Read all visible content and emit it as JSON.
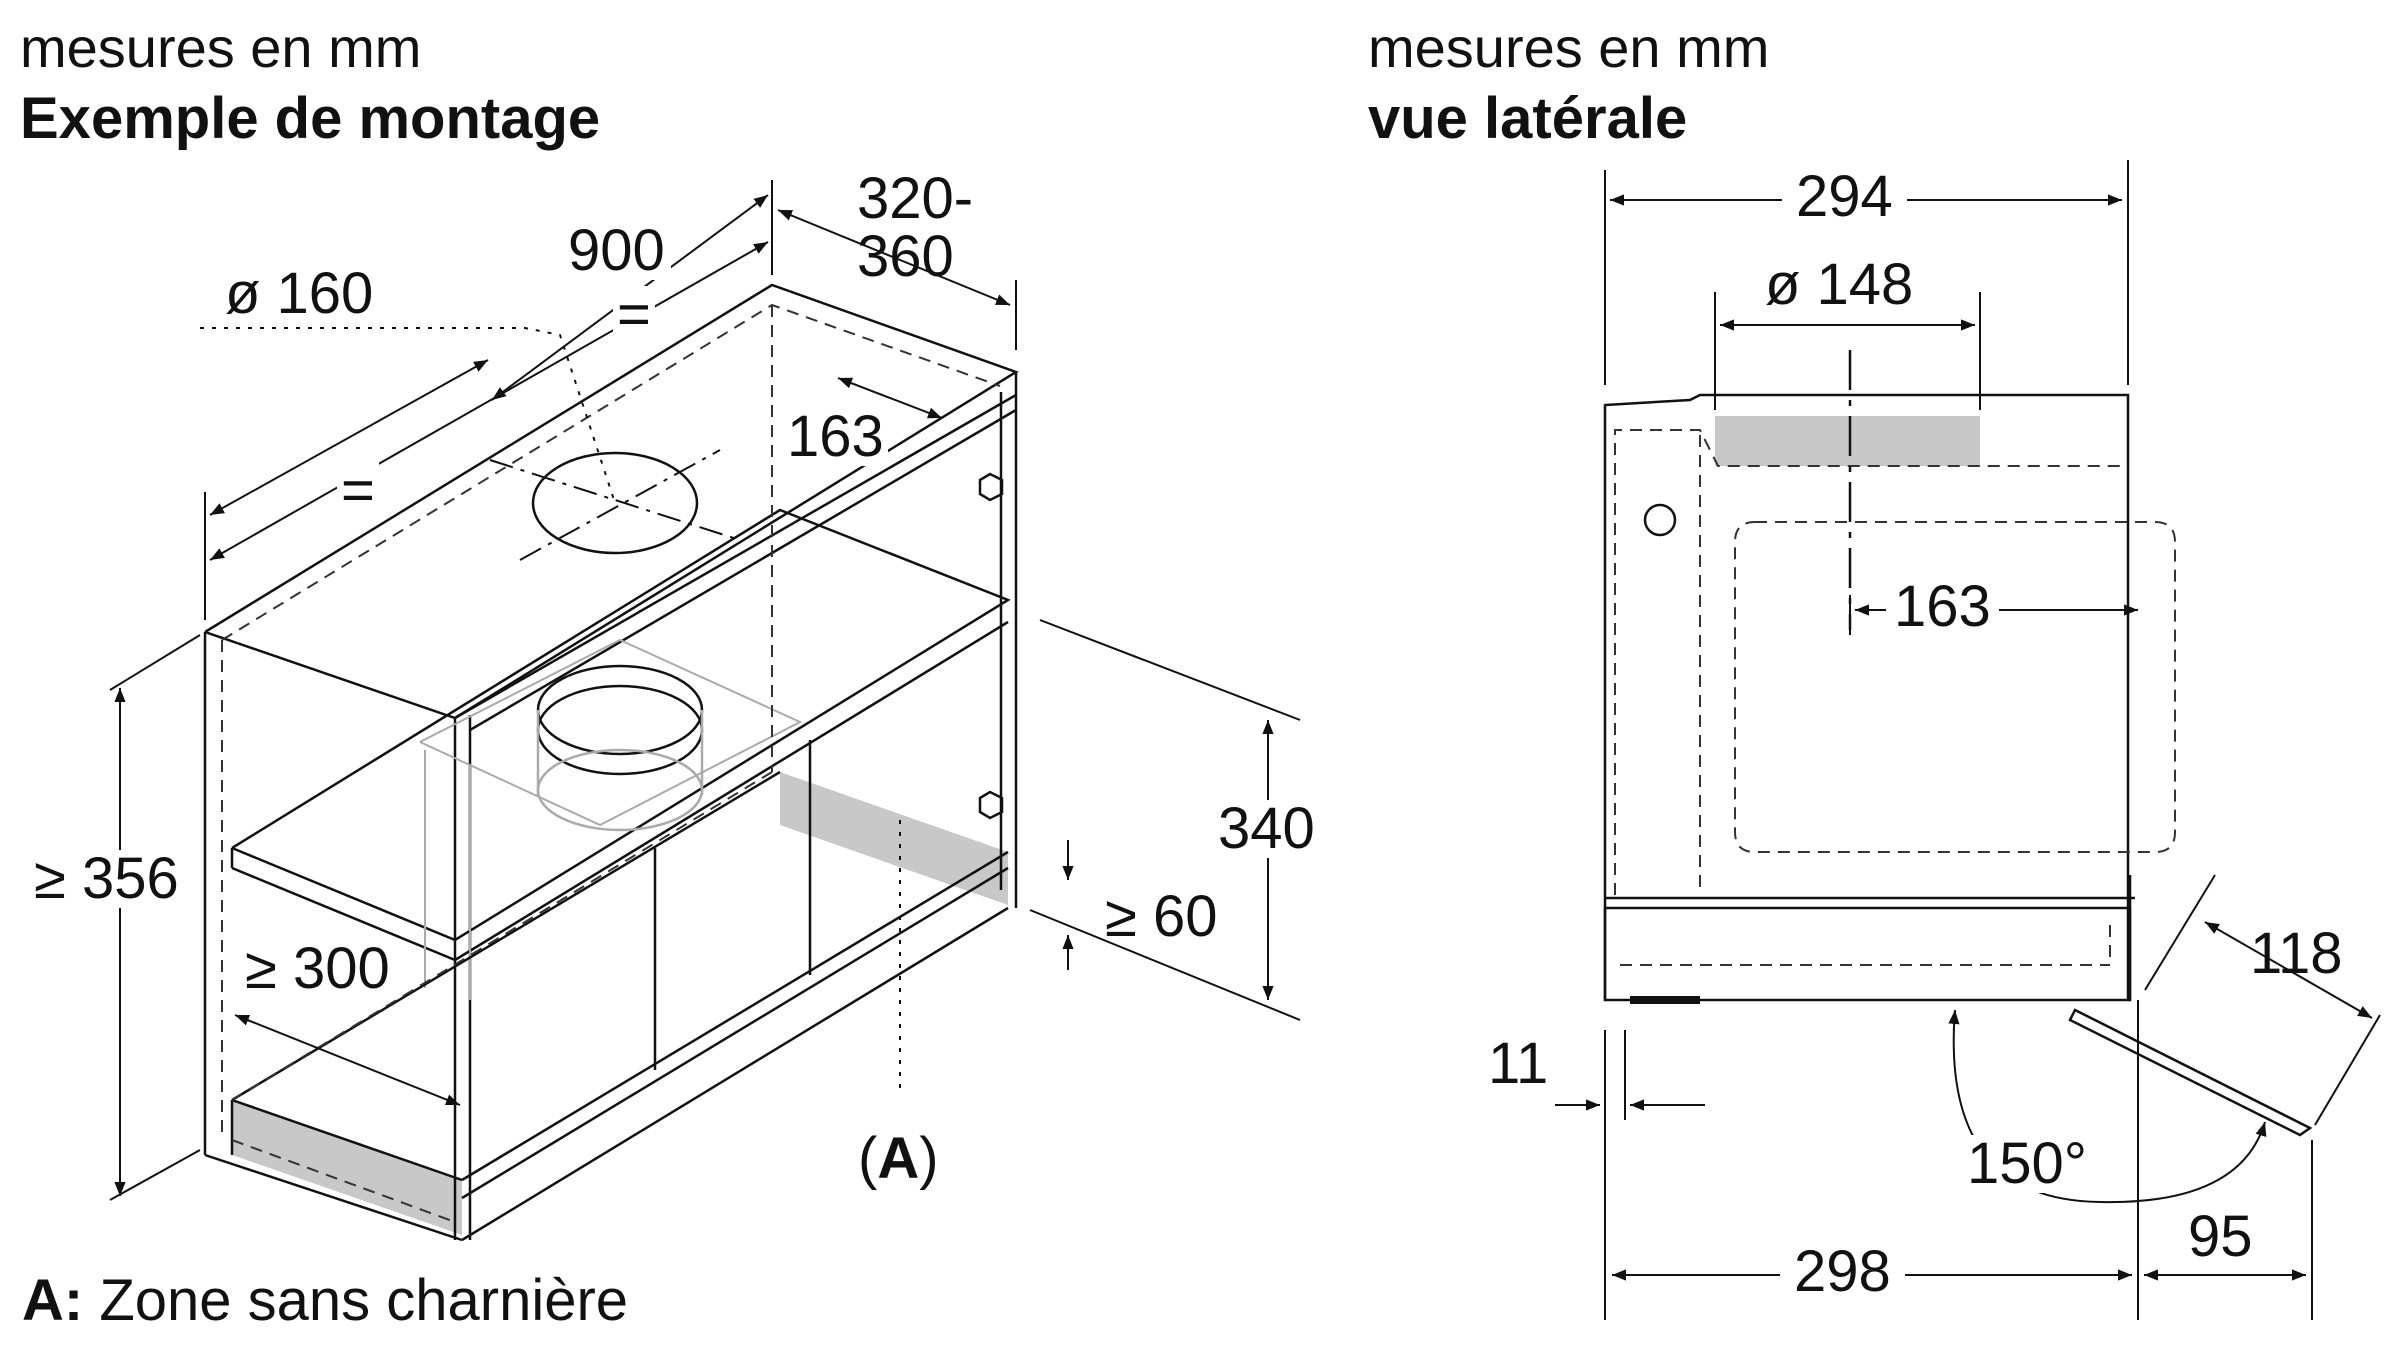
{
  "left": {
    "unit_note": "mesures en mm",
    "title": "Exemple de montage",
    "dims": {
      "width_900": "900",
      "equal_top": "=",
      "equal_bottom": "=",
      "depth_range_top": "320-",
      "depth_range_bottom": "360",
      "duct_diameter": "ø 160",
      "offset_163": "163",
      "height_min_356": "≥ 356",
      "height_340": "340",
      "min_60": "≥ 60",
      "min_300": "≥ 300"
    },
    "callout": "A"
  },
  "right": {
    "unit_note": "mesures en mm",
    "title": "vue latérale",
    "dims": {
      "top_294": "294",
      "duct_diameter": "ø 148",
      "offset_163": "163",
      "opening_118": "118",
      "angle_150": "150°",
      "gap_11": "11",
      "bottom_298": "298",
      "flap_95": "95"
    }
  },
  "legend": {
    "key": "A:",
    "text": "Zone sans charnière"
  },
  "colors": {
    "line": "#111111",
    "zone_fill": "#c8c8c8",
    "dashed": "#333333"
  }
}
